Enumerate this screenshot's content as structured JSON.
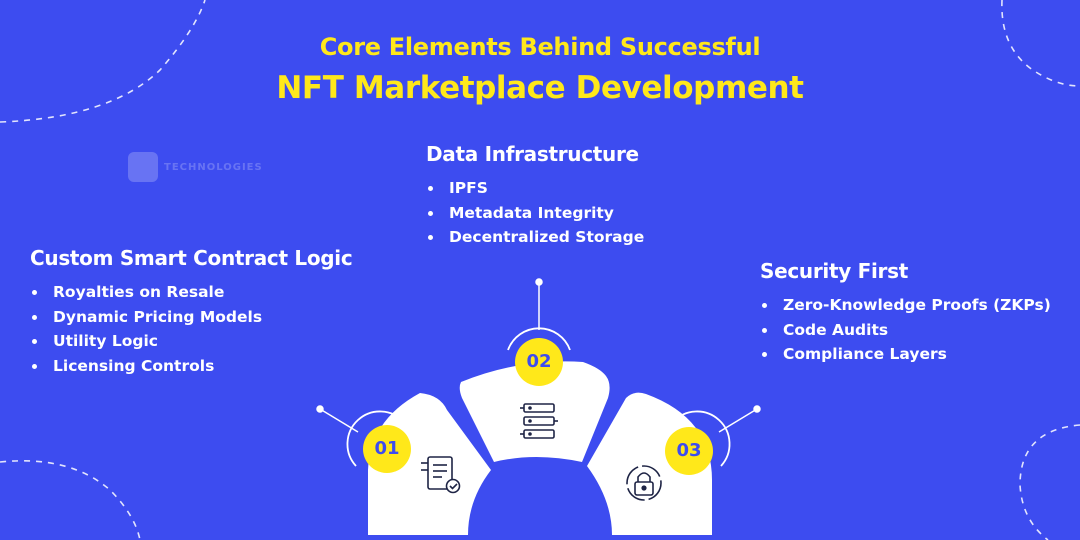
{
  "title": {
    "line1": "Core Elements Behind Successful",
    "line2": "NFT Marketplace Development"
  },
  "sections": {
    "data": {
      "heading": "Data Infrastructure",
      "items": [
        "IPFS",
        "Metadata Integrity",
        "Decentralized Storage"
      ]
    },
    "custom": {
      "heading": "Custom Smart Contract Logic",
      "items": [
        "Royalties on Resale",
        "Dynamic Pricing Models",
        "Utility Logic",
        "Licensing Controls"
      ]
    },
    "security": {
      "heading": "Security First",
      "items": [
        "Zero-Knowledge Proofs (ZKPs)",
        "Code Audits",
        "Compliance Layers"
      ]
    }
  },
  "steps": {
    "one": {
      "number": "01",
      "icon": "contract-document-icon"
    },
    "two": {
      "number": "02",
      "icon": "server-stack-icon"
    },
    "three": {
      "number": "03",
      "icon": "padlock-icon"
    }
  },
  "logo": {
    "name": "TECHNOLOGIES"
  },
  "colors": {
    "background": "#3d4cf0",
    "accent": "#ffe81a",
    "card": "#ffffff",
    "text": "#ffffff",
    "icon": "#1e2445"
  }
}
